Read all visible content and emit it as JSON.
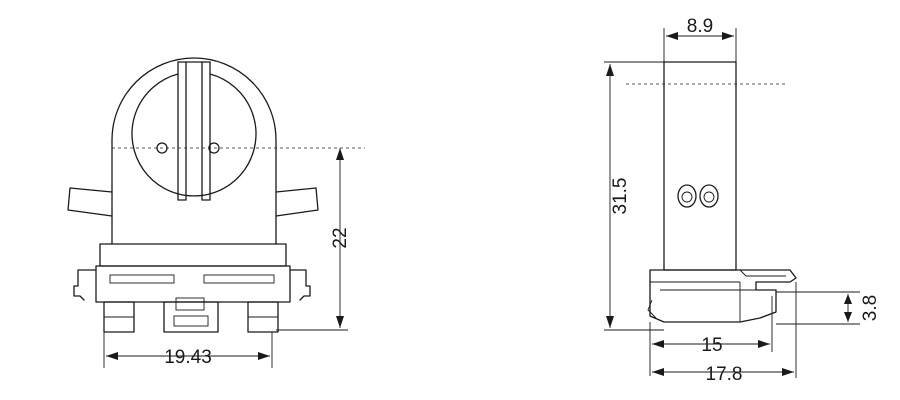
{
  "front_view": {
    "width_label": "19.43",
    "height_label": "22"
  },
  "side_view": {
    "top_width_label": "8.9",
    "total_height_label": "31.5",
    "right_offset_label": "3.8",
    "inner_length_label": "15",
    "outer_length_label": "17.8"
  },
  "colors": {
    "line": "#1a1a1a",
    "background": "#ffffff"
  }
}
